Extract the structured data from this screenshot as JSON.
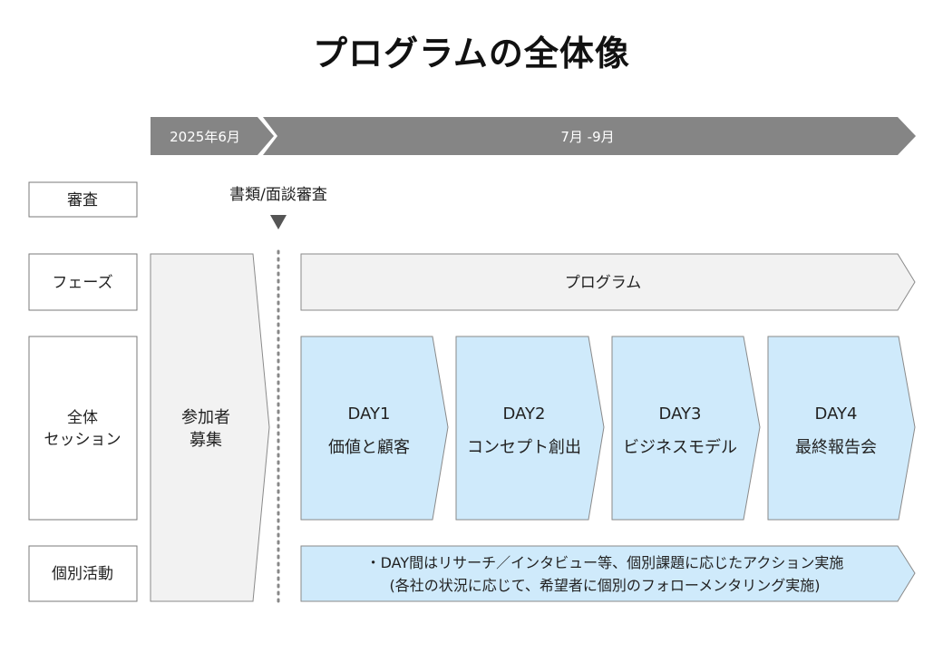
{
  "title": "プログラムの全体像",
  "timeline": {
    "start_label": "2025年6月",
    "main_label": "7月 -9月"
  },
  "screening": {
    "annotation": "書類/面談審査"
  },
  "row_labels": {
    "screening": "審査",
    "phase": "フェーズ",
    "session_line1": "全体",
    "session_line2": "セッション",
    "individual": "個別活動"
  },
  "recruit": {
    "line1": "参加者",
    "line2": "募集"
  },
  "phase_bar": {
    "label": "プログラム"
  },
  "days": [
    {
      "day": "DAY1",
      "topic": "価値と顧客"
    },
    {
      "day": "DAY2",
      "topic": "コンセプト創出"
    },
    {
      "day": "DAY3",
      "topic": "ビジネスモデル"
    },
    {
      "day": "DAY4",
      "topic": "最終報告会"
    }
  ],
  "individual": {
    "line1": "・DAY間はリサーチ／インタビュー等、個別課題に応じたアクション実施",
    "line2": "(各社の状況に応じて、希望者に個別のフォローメンタリング実施)"
  },
  "colors": {
    "timeline_gray": "#858585",
    "session_blue": "#cfeafb",
    "light_gray": "#f2f2f2",
    "border": "#7a7a7a"
  }
}
